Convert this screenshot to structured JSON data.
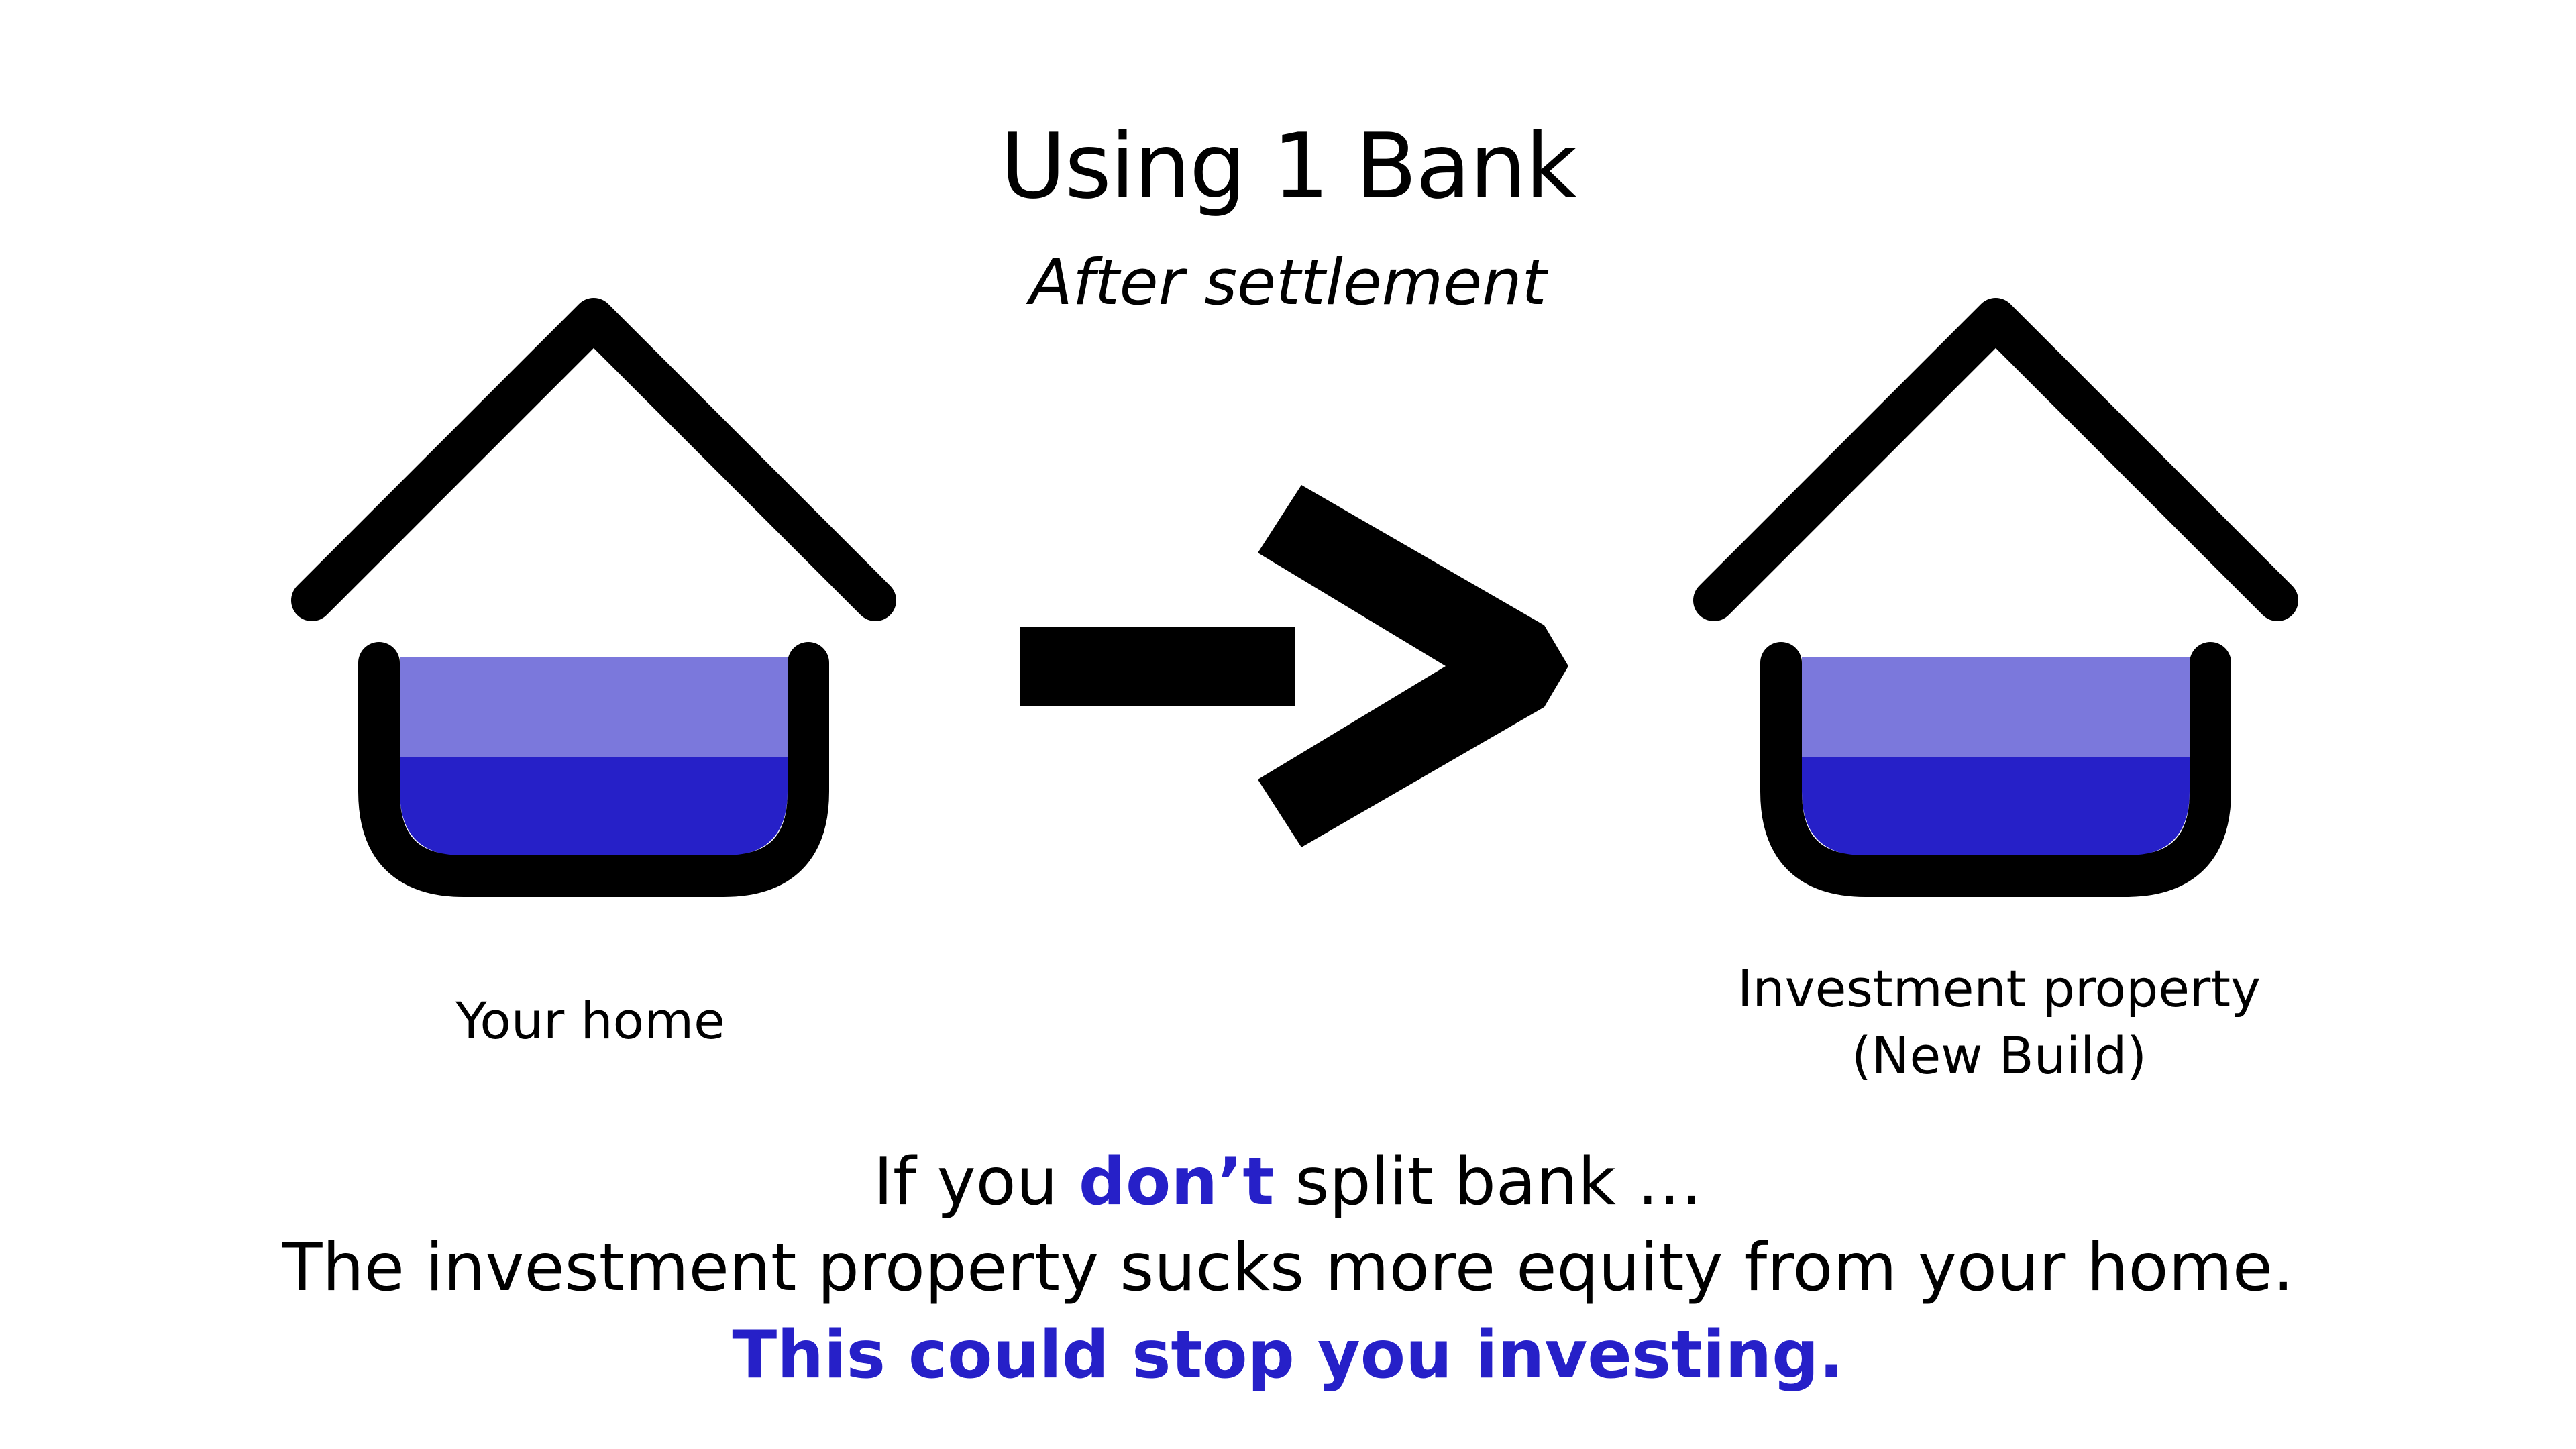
{
  "title": "Using 1 Bank",
  "subtitle": "After settlement",
  "houses": [
    {
      "label_lines": [
        "Your home"
      ]
    },
    {
      "label_lines": [
        "Investment property",
        "(New Build)"
      ]
    }
  ],
  "message": {
    "line1_before": "If you ",
    "line1_emphasis": "don’t",
    "line1_after": " split bank …",
    "line2": "The investment property sucks more equity from your home.",
    "line3": "This could stop you investing."
  },
  "colors": {
    "accent": "#2620c8",
    "fill_light": "#7b78dc",
    "fill_dark": "#2620c8",
    "outline": "#000000",
    "background": "#ffffff"
  },
  "icons": [
    "house-icon",
    "arrow-right-icon",
    "house-icon"
  ]
}
